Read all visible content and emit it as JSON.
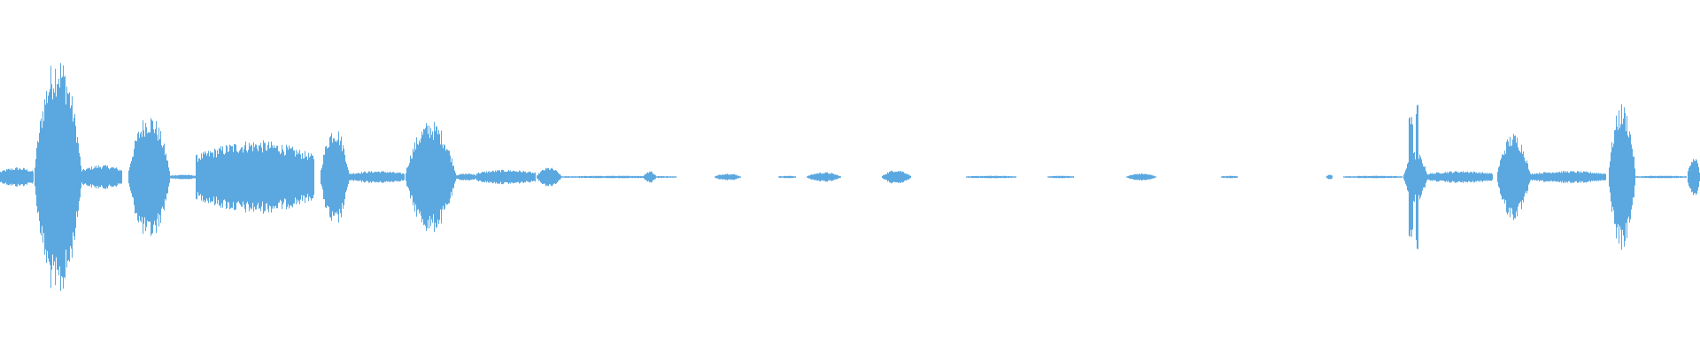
{
  "waveform": {
    "color": "#5ba8e0",
    "background": "#ffffff",
    "segments": [
      {
        "start": 0.0,
        "end": 0.02,
        "level": 0.08,
        "shape": "noise"
      },
      {
        "start": 0.02,
        "end": 0.048,
        "level": 1.0,
        "shape": "burst"
      },
      {
        "start": 0.048,
        "end": 0.072,
        "level": 0.1,
        "shape": "noise"
      },
      {
        "start": 0.075,
        "end": 0.1,
        "level": 0.52,
        "shape": "burst"
      },
      {
        "start": 0.1,
        "end": 0.115,
        "level": 0.02,
        "shape": "noise"
      },
      {
        "start": 0.115,
        "end": 0.185,
        "level": 0.3,
        "shape": "noise"
      },
      {
        "start": 0.188,
        "end": 0.205,
        "level": 0.42,
        "shape": "burst"
      },
      {
        "start": 0.205,
        "end": 0.238,
        "level": 0.05,
        "shape": "noise"
      },
      {
        "start": 0.238,
        "end": 0.268,
        "level": 0.46,
        "shape": "burst"
      },
      {
        "start": 0.268,
        "end": 0.28,
        "level": 0.03,
        "shape": "noise"
      },
      {
        "start": 0.28,
        "end": 0.315,
        "level": 0.06,
        "shape": "noise"
      },
      {
        "start": 0.315,
        "end": 0.33,
        "level": 0.08,
        "shape": "burst"
      },
      {
        "start": 0.33,
        "end": 0.398,
        "level": 0.01,
        "shape": "noise"
      },
      {
        "start": 0.378,
        "end": 0.386,
        "level": 0.05,
        "shape": "burst"
      },
      {
        "start": 0.42,
        "end": 0.436,
        "level": 0.03,
        "shape": "burst"
      },
      {
        "start": 0.458,
        "end": 0.468,
        "level": 0.01,
        "shape": "noise"
      },
      {
        "start": 0.474,
        "end": 0.495,
        "level": 0.04,
        "shape": "burst"
      },
      {
        "start": 0.518,
        "end": 0.536,
        "level": 0.06,
        "shape": "burst"
      },
      {
        "start": 0.568,
        "end": 0.598,
        "level": 0.01,
        "shape": "noise"
      },
      {
        "start": 0.616,
        "end": 0.632,
        "level": 0.01,
        "shape": "noise"
      },
      {
        "start": 0.662,
        "end": 0.68,
        "level": 0.03,
        "shape": "burst"
      },
      {
        "start": 0.718,
        "end": 0.728,
        "level": 0.01,
        "shape": "noise"
      },
      {
        "start": 0.78,
        "end": 0.784,
        "level": 0.02,
        "shape": "noise"
      },
      {
        "start": 0.79,
        "end": 0.825,
        "level": 0.01,
        "shape": "noise"
      },
      {
        "start": 0.825,
        "end": 0.84,
        "level": 0.6,
        "shape": "spikes"
      },
      {
        "start": 0.84,
        "end": 0.878,
        "level": 0.05,
        "shape": "noise"
      },
      {
        "start": 0.88,
        "end": 0.9,
        "level": 0.36,
        "shape": "burst"
      },
      {
        "start": 0.9,
        "end": 0.945,
        "level": 0.05,
        "shape": "noise"
      },
      {
        "start": 0.946,
        "end": 0.962,
        "level": 0.6,
        "shape": "burst"
      },
      {
        "start": 0.962,
        "end": 0.992,
        "level": 0.01,
        "shape": "noise"
      },
      {
        "start": 0.992,
        "end": 1.0,
        "level": 0.18,
        "shape": "burst"
      }
    ]
  }
}
